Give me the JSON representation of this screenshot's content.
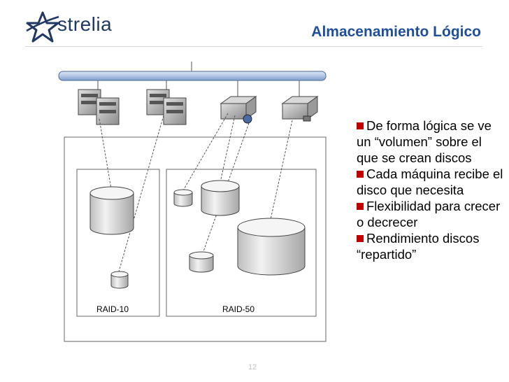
{
  "header": {
    "logo_text": "strelia",
    "title": "Almacenamiento Lógico"
  },
  "diagram": {
    "raid_groups": [
      {
        "label": "RAID-10"
      },
      {
        "label": "RAID-50"
      }
    ]
  },
  "bullets": [
    {
      "text": "De forma lógica se ve un “volumen” sobre el que se crean discos"
    },
    {
      "text": "Cada máquina recibe el disco que necesita"
    },
    {
      "text": "Flexibilidad para crecer o decrecer"
    },
    {
      "text": "Rendimiento discos “repartido”"
    }
  ],
  "footer": {
    "page_number": "12"
  },
  "colors": {
    "title": "#1f4e9a",
    "bullet_square": "#c00000",
    "bus_bar": "#b4c7e7"
  }
}
